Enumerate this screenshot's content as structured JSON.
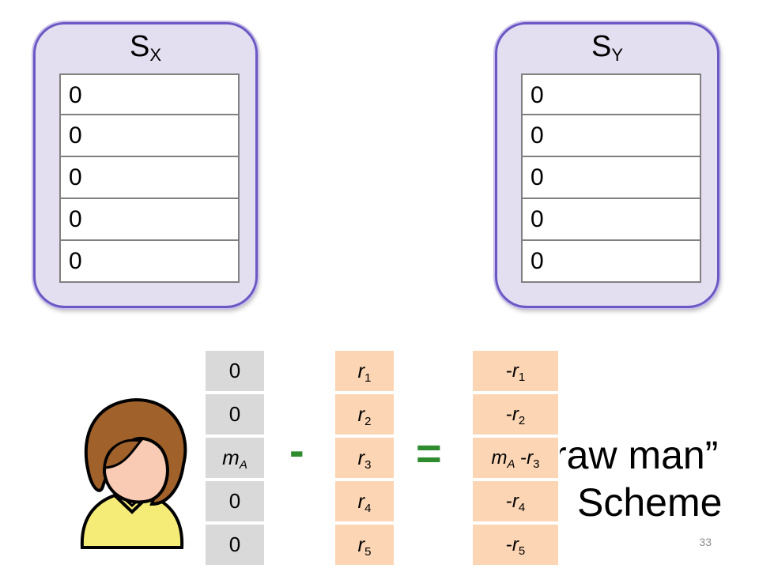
{
  "servers": [
    {
      "label": "S",
      "sub": "X",
      "values": [
        "0",
        "0",
        "0",
        "0",
        "0"
      ]
    },
    {
      "label": "S",
      "sub": "Y",
      "values": [
        "0",
        "0",
        "0",
        "0",
        "0"
      ]
    }
  ],
  "message_vector": [
    "0",
    "0",
    "m_A",
    "0",
    "0"
  ],
  "random_vector": [
    "r1",
    "r2",
    "r3",
    "r4",
    "r5"
  ],
  "result_vector": [
    "-r1",
    "-r2",
    "mA -r3",
    "-r4",
    "-r5"
  ],
  "operators": {
    "minus": "-",
    "equals": "="
  },
  "title": {
    "line1": "raw man”",
    "line2": "Scheme"
  },
  "page_number": "33",
  "colors": {
    "server_fill": "#e4dff0",
    "server_border": "#6b58c4",
    "gray_cell": "#d9d9d9",
    "orange_cell": "#fcd5b4",
    "operator": "#2e8b2e"
  }
}
